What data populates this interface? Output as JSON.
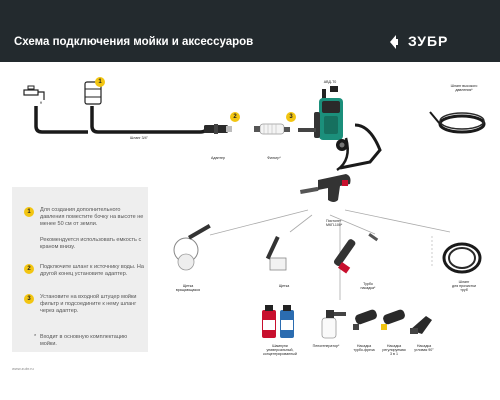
{
  "header": {
    "title": "Схема подключения мойки и аксессуаров",
    "brand": "ЗУБР",
    "background": "#232a2e"
  },
  "colors": {
    "accent": "#f2c511",
    "hose": "#1a1a1a",
    "washer": "#1b8f7b",
    "panel": "#eeeeee"
  },
  "badges": [
    "1",
    "2",
    "3"
  ],
  "labels": {
    "hose": "Шланг 3/4\"",
    "adapter": "Адаптер",
    "filter": "Фильтр*",
    "washer": "АВД-Т0",
    "hp_hose_line1": "Шланг высокого",
    "hp_hose_line2": "давления*",
    "gun_line1": "Пистолет",
    "gun_line2": "МКП-100*",
    "brush_rotary_line1": "Щетка",
    "brush_rotary_line2": "вращающаяся",
    "brush": "Щетка",
    "turbo_line1": "Турбо",
    "turbo_line2": "насадка*",
    "pipe_hose_line1": "Шланг",
    "pipe_hose_line2": "для прочистки",
    "pipe_hose_line3": "труб",
    "shampoo_line1": "Шампуни",
    "shampoo_line2": "универсальный,",
    "shampoo_line3": "концентрированный",
    "foam": "Пеногенератор*",
    "nozzle_turbo_line1": "Насадка",
    "nozzle_turbo_line2": "турбо-фреза",
    "nozzle_adj_line1": "Насадка",
    "nozzle_adj_line2": "регулируемая",
    "nozzle_adj_line3": "3 в 1",
    "nozzle_angle_line1": "Насадка",
    "nozzle_angle_line2": "угловая 90°"
  },
  "notes": [
    {
      "badge": "1",
      "text": "Для создания дополнительного давления поместите бочку на высоте не менее 50 см от земли.",
      "extra": "Рекомендуется использовать емкость с краном внизу."
    },
    {
      "badge": "2",
      "text": "Подключите шланг к источнику воды. На другой конец установите адаптер."
    },
    {
      "badge": "3",
      "text": "Установите на входной штуцер мойки фильтр и подсоедините к нему шланг через адаптер."
    }
  ],
  "footnote": "Входит в основную комплектацию мойки.",
  "footnote_mark": "*",
  "url": "www.zubr.ru"
}
